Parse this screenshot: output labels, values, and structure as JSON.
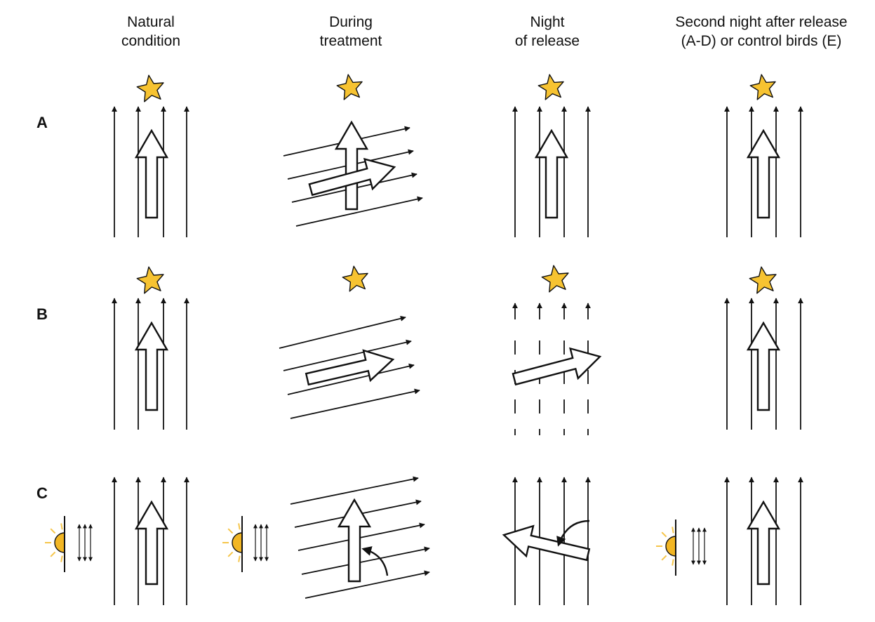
{
  "columns": [
    {
      "line1": "Natural",
      "line2": "condition"
    },
    {
      "line1": "During",
      "line2": "treatment"
    },
    {
      "line1": "Night",
      "line2": "of release"
    },
    {
      "line1": "Second night after release",
      "line2": "(A-D) or control birds (E)"
    }
  ],
  "rows": [
    {
      "label": "A"
    },
    {
      "label": "B"
    },
    {
      "label": "C"
    }
  ],
  "colors": {
    "star_fill": "#f7c331",
    "sun_fill": "#f2b624",
    "sun_rays": "#f5c54a",
    "line": "#111111"
  }
}
